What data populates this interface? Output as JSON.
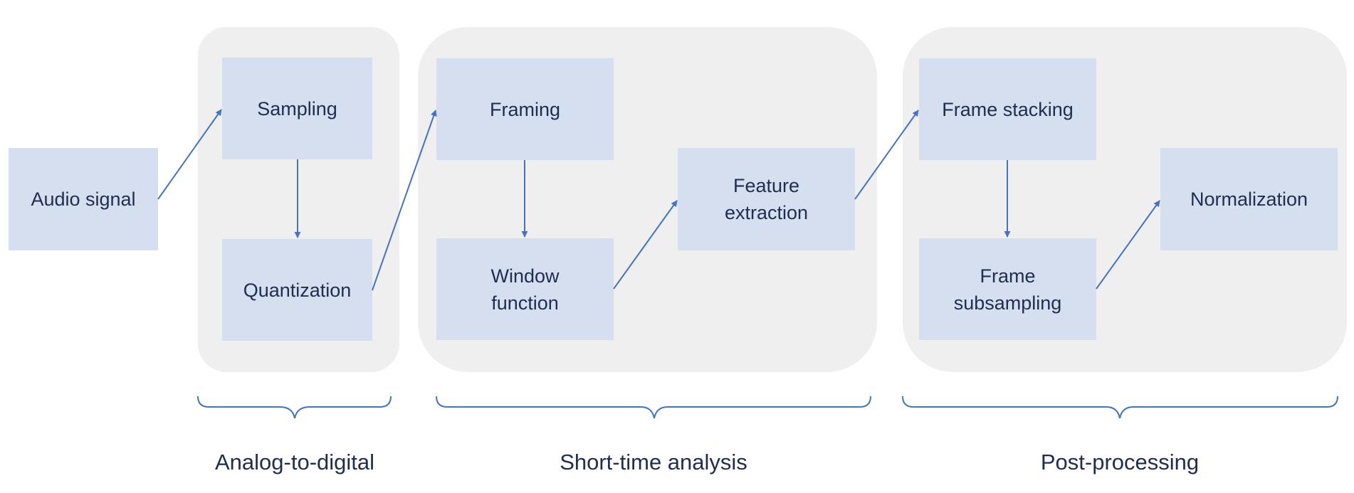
{
  "nodes": {
    "audio_signal": "Audio signal",
    "sampling": "Sampling",
    "quantization": "Quantization",
    "framing": "Framing",
    "window_function": "Window function",
    "feature_extraction": "Feature extraction",
    "frame_stacking": "Frame stacking",
    "frame_subsampling": "Frame subsampling",
    "normalization": "Normalization"
  },
  "stages": {
    "analog_to_digital": "Analog-to-digital",
    "short_time_analysis": "Short-time analysis",
    "post_processing": "Post-processing"
  },
  "colors": {
    "node_fill": "#d6dff0",
    "group_fill": "#efefef",
    "arrow": "#4472c4",
    "text": "#1f2d4f"
  }
}
